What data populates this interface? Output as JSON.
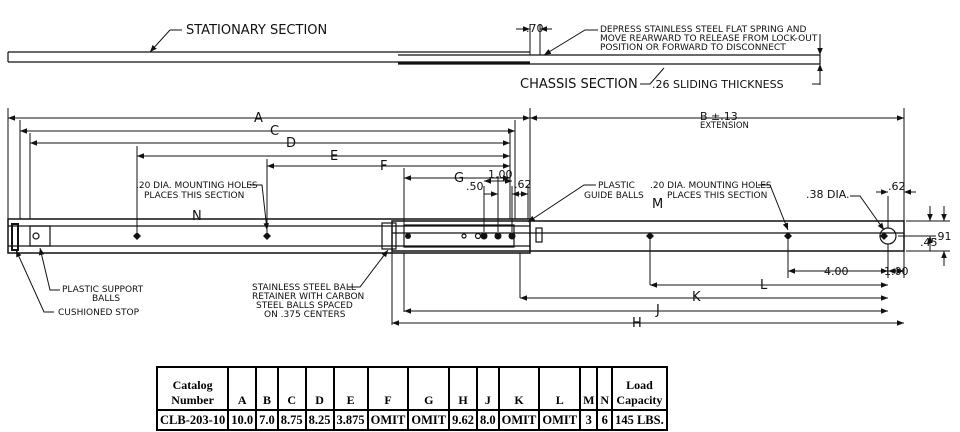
{
  "notes": {
    "stationary_section": "STATIONARY SECTION",
    "chassis_section": "CHASSIS SECTION",
    "sliding_thickness": ".26 SLIDING THICKNESS",
    "depress_line1": "DEPRESS STAINLESS STEEL FLAT SPRING AND",
    "depress_line2": "MOVE REARWARD TO RELEASE FROM LOCK-OUT",
    "depress_line3": "POSITION OR FORWARD TO DISCONNECT",
    "mounting_left_line1": ".20 DIA. MOUNTING HOLES",
    "mounting_left_line2": "PLACES THIS SECTION",
    "mounting_right_line1": ".20 DIA. MOUNTING HOLES",
    "mounting_right_line2": "PLACES THIS SECTION",
    "plastic_guide_line1": "PLASTIC",
    "plastic_guide_line2": "GUIDE BALLS",
    "plastic_support_line1": "PLASTIC SUPPORT",
    "plastic_support_line2": "BALLS",
    "cushioned_stop": "CUSHIONED STOP",
    "retainer_line1": "STAINLESS STEEL BALL",
    "retainer_line2": "RETAINER WITH CARBON",
    "retainer_line3": "STEEL BALLS SPACED",
    "retainer_line4": "ON .375 CENTERS",
    "hole_dia": ".38 DIA.",
    "extension": "EXTENSION",
    "b_tolerance": "B ±.13"
  },
  "dims": {
    "A": "A",
    "B": "B",
    "C": "C",
    "D": "D",
    "E": "E",
    "F": "F",
    "G": "G",
    "H": "H",
    "J": "J",
    "K": "K",
    "L": "L",
    "M": "M",
    "N": "N",
    "v070": ".70",
    "v100": "1.00",
    "v050": ".50",
    "v062a": ".62",
    "v062b": ".62",
    "v091": ".91",
    "v045": ".45",
    "v400": "4.00",
    "v100b": "1.00"
  },
  "table": {
    "headers": [
      "Catalog\nNumber",
      "A",
      "B",
      "C",
      "D",
      "E",
      "F",
      "G",
      "H",
      "J",
      "K",
      "L",
      "M",
      "N",
      "Load\nCapacity"
    ],
    "rows": [
      [
        "CLB-203-10",
        "10.0",
        "7.0",
        "8.75",
        "8.25",
        "3.875",
        "OMIT",
        "OMIT",
        "9.62",
        "8.0",
        "OMIT",
        "OMIT",
        "3",
        "6",
        "145 LBS."
      ]
    ]
  }
}
